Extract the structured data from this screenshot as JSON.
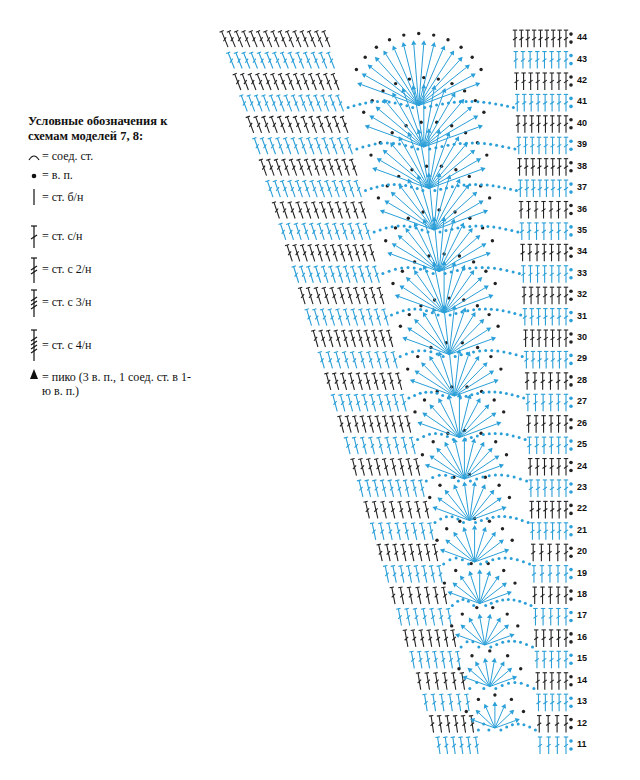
{
  "diagram": {
    "title": "Условные обозначения к схемам моделей 7, 8:",
    "labels": [
      "44",
      "43",
      "42",
      "41",
      "40",
      "39",
      "38",
      "37",
      "36",
      "35",
      "34",
      "33",
      "32",
      "31",
      "30",
      "29",
      "28",
      "27",
      "26",
      "25",
      "24",
      "23",
      "22",
      "21",
      "20",
      "19",
      "18",
      "17",
      "16",
      "15",
      "14",
      "13",
      "12",
      "11"
    ],
    "legend": [
      {
        "text": "= соед. ст."
      },
      {
        "text": "= в. п."
      },
      {
        "text": "= ст. б/н"
      },
      {
        "text": "= ст. с/н"
      },
      {
        "text": "= ст. с 2/н"
      },
      {
        "text": "= ст. с 3/н"
      },
      {
        "text": "= ст. с 4/н"
      },
      {
        "text": "= пико (3 в. п., 1 соед. ст. в 1-ю в. п.)"
      }
    ]
  }
}
